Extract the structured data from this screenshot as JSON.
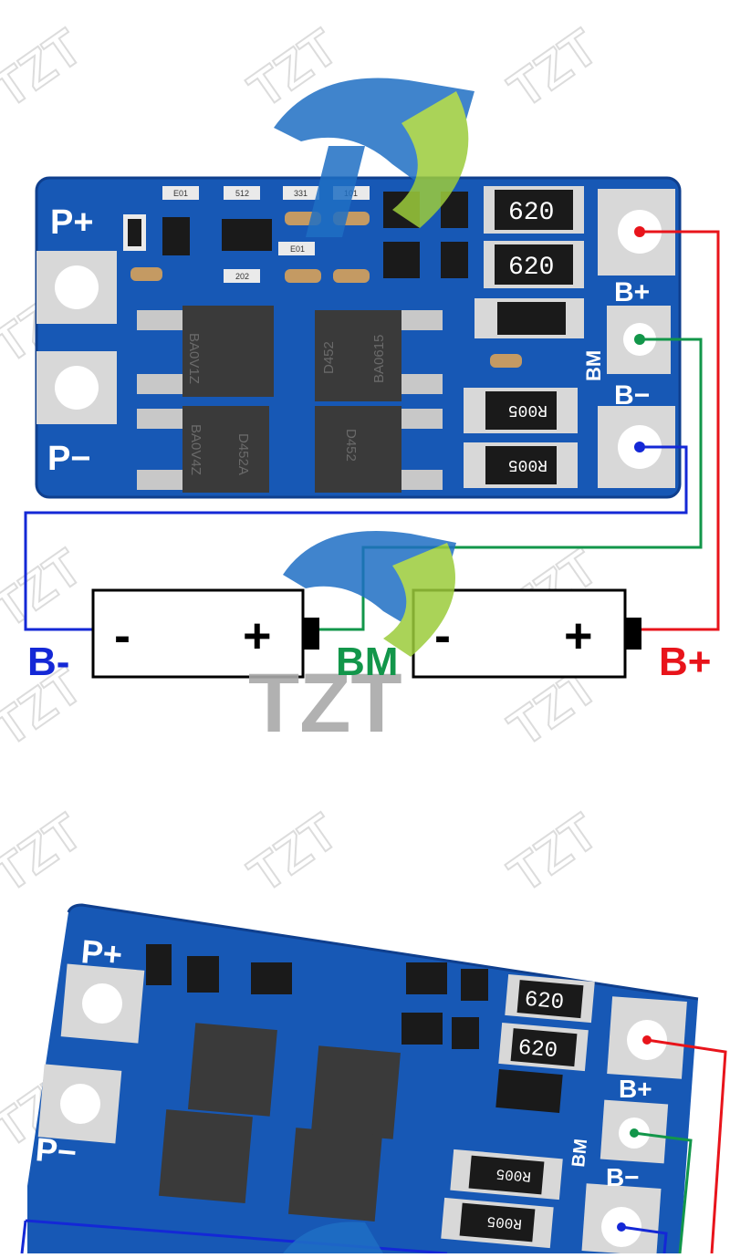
{
  "watermark": {
    "text": "TZT"
  },
  "board": {
    "labels": {
      "p_plus": "P+",
      "p_minus": "P−",
      "b_plus": "B+",
      "b_minus": "B−",
      "bm": "BM"
    },
    "resistors": {
      "top": "620",
      "bottom": "620"
    },
    "shunts": {
      "top": "R005",
      "bottom": "R005"
    },
    "mosfets": {
      "top_left": "BA0V1Z",
      "top_right_a": "D452",
      "top_right_b": "BA0615",
      "bottom_left_a": "D452A",
      "bottom_left_b": "BA0V4Z",
      "bottom_right": "D452"
    },
    "smd": [
      "E01",
      "512",
      "331",
      "101",
      "E01",
      "202"
    ]
  },
  "batteries": [
    {
      "neg": "-",
      "pos": "+"
    },
    {
      "neg": "-",
      "pos": "+"
    }
  ],
  "terminals": {
    "b_minus": "B-",
    "bm": "BM",
    "b_plus": "B+"
  },
  "colors": {
    "pcb": "#1758b5",
    "pcb_dark": "#0f3f8e",
    "pad": "#d8d8d8",
    "b_plus_wire": "#e8141b",
    "bm_wire": "#12964a",
    "b_minus_wire": "#1428d6",
    "logo_blue": "#1f6fc4",
    "logo_green": "#9ccc3b",
    "watermark_grey": "#c9c9c9"
  }
}
